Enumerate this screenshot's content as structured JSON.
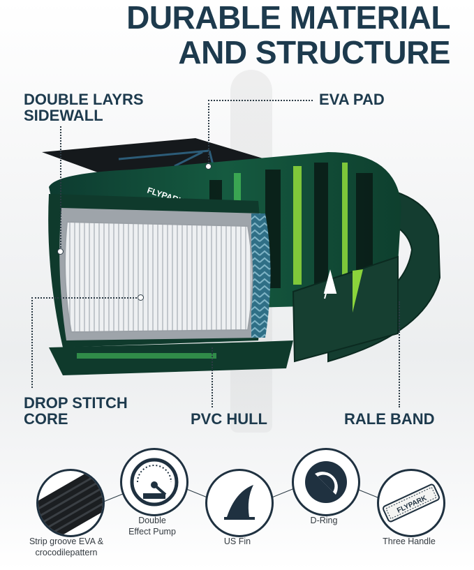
{
  "headline": {
    "line1": "DURABLE MATERIAL",
    "line2": "AND STRUCTURE"
  },
  "callouts": {
    "sidewall": {
      "line1": "DOUBLE LAYRS",
      "line2": "SIDEWALL"
    },
    "eva_pad": "EVA PAD",
    "drop_stitch": {
      "line1": "DROP STITCH",
      "line2": "CORE"
    },
    "pvc_hull": "PVC HULL",
    "rale_band": "RALE BAND"
  },
  "features": [
    {
      "label_line1": "Strip groove EVA &",
      "label_line2": "crocodilepattern",
      "icon": "eva-strip-icon"
    },
    {
      "label_line1": "Double",
      "label_line2": "Effect Pump",
      "icon": "pump-gauge-icon"
    },
    {
      "label_line1": "US Fin",
      "label_line2": "",
      "icon": "fin-icon"
    },
    {
      "label_line1": "D-Ring",
      "label_line2": "",
      "icon": "d-ring-icon"
    },
    {
      "label_line1": "Three Handle",
      "label_line2": "",
      "icon": "handle-icon"
    }
  ],
  "handle_brand": "FLYPARK",
  "board_brand": "FLYPARK",
  "colors": {
    "navy": "#1d3a4d",
    "board_dark": "#0f3a2c",
    "board_green": "#1f6b45",
    "accent_lime": "#8bd43b"
  }
}
